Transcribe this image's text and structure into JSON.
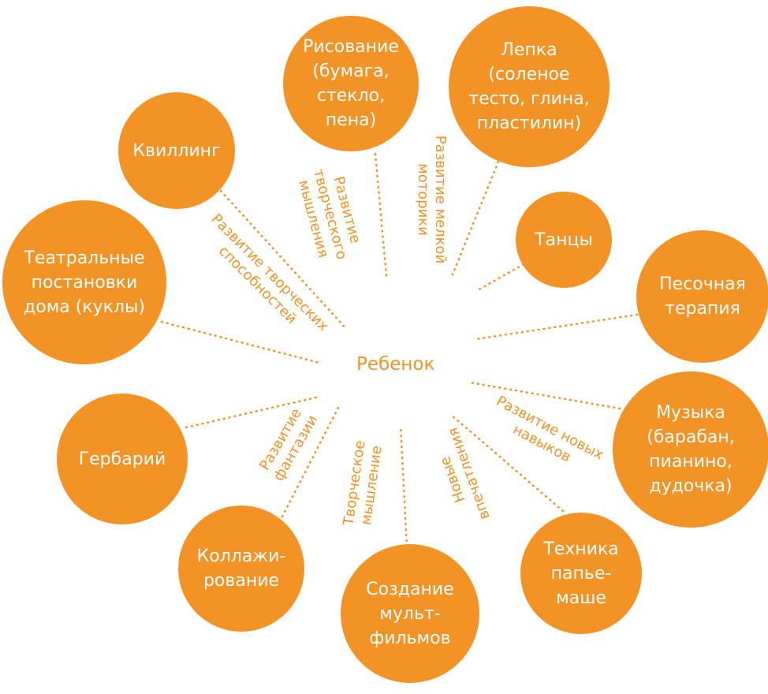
{
  "center": {
    "label": "Ребенок"
  },
  "nodes": [
    {
      "id": "risovanie",
      "label": "Рисование\n(бумага,\nстекло,\nпена)"
    },
    {
      "id": "lepka",
      "label": "Лепка\n(соленое\nтесто, глина,\nпластилин)"
    },
    {
      "id": "kvilling",
      "label": "Квиллинг"
    },
    {
      "id": "tancy",
      "label": "Танцы"
    },
    {
      "id": "teatr",
      "label": "Театральные\nпостановки\nдома (куклы)"
    },
    {
      "id": "pesochnaya",
      "label": "Песочная\nтерапия"
    },
    {
      "id": "gerbariy",
      "label": "Гербарий"
    },
    {
      "id": "muzyka",
      "label": "Музыка\n(барабан,\nпианино,\nдудочка)"
    },
    {
      "id": "kollazh",
      "label": "Коллажи-\nрование"
    },
    {
      "id": "multfilmy",
      "label": "Создание\nмульт-\nфильмов"
    },
    {
      "id": "papie",
      "label": "Техника\nпапье-\nмаше"
    }
  ],
  "edge_labels": [
    {
      "id": "tvorch-myshl",
      "label": "Развитие\nтворческого\nмышления"
    },
    {
      "id": "melkaya-motorika",
      "label": "Развитие мелкой\nмоторики"
    },
    {
      "id": "tvorch-sposobn",
      "label": "Развитие творческих\nспособностей"
    },
    {
      "id": "fantazii",
      "label": "Развитие\nфантазии"
    },
    {
      "id": "tvorch-myshl-2",
      "label": "Творческое\nмышление"
    },
    {
      "id": "novye-vpechatleniya",
      "label": "Новые\nвпечатления"
    },
    {
      "id": "novye-navyki",
      "label": "Развитие новых\nнавыков"
    }
  ]
}
